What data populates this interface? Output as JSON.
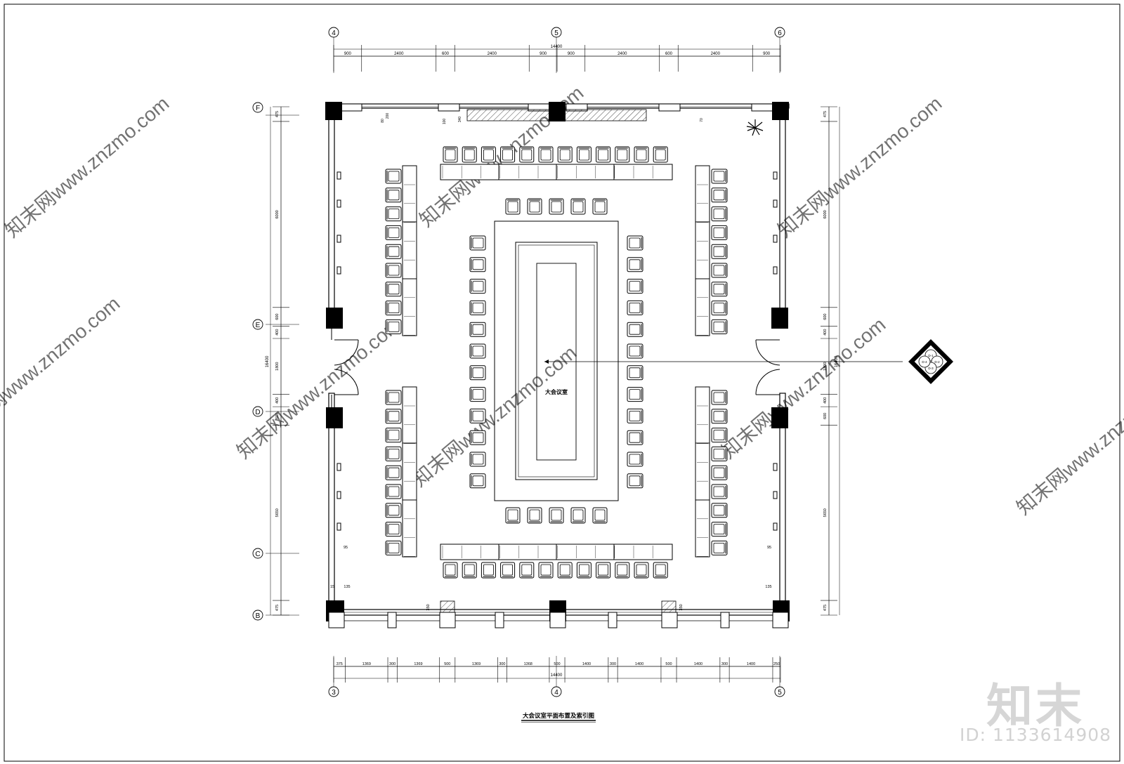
{
  "drawing": {
    "caption": "大会议室平面布置及索引图",
    "room_label": "大会议室"
  },
  "grid_axes": {
    "top": [
      "4",
      "5",
      "6"
    ],
    "bottom": [
      "3",
      "4",
      "5"
    ],
    "left": [
      "F",
      "E",
      "D",
      "C",
      "B"
    ]
  },
  "dimensions": {
    "top_total": "14400",
    "top_segments": [
      "900",
      "2400",
      "600",
      "2400",
      "900",
      "900",
      "2400",
      "600",
      "2400",
      "900"
    ],
    "bottom_total": "14400",
    "bottom_segments": [
      "375",
      "1369",
      "300",
      "1369",
      "500",
      "1369",
      "300",
      "1368",
      "500",
      "1400",
      "300",
      "1400",
      "500",
      "1400",
      "300",
      "1400",
      "250"
    ],
    "left_segments": [
      "475",
      "6000",
      "600",
      "400",
      "1800",
      "400",
      "600",
      "5650",
      "475"
    ],
    "left_total": "16400",
    "right_segments": [
      "475",
      "6000",
      "600",
      "400",
      "1800",
      "400",
      "600",
      "5650",
      "475"
    ],
    "right_total": "16400",
    "details": [
      "80",
      "200",
      "100",
      "340",
      "70",
      "95",
      "95",
      "15",
      "135",
      "135",
      "350",
      "350"
    ]
  },
  "index_symbol": {
    "labels": [
      "D-1",
      "D-2",
      "D-3",
      "D-4"
    ]
  },
  "watermark": {
    "text": "知末网www.znzmo.com",
    "logo": "知末",
    "id_label": "ID: 1133614908"
  }
}
